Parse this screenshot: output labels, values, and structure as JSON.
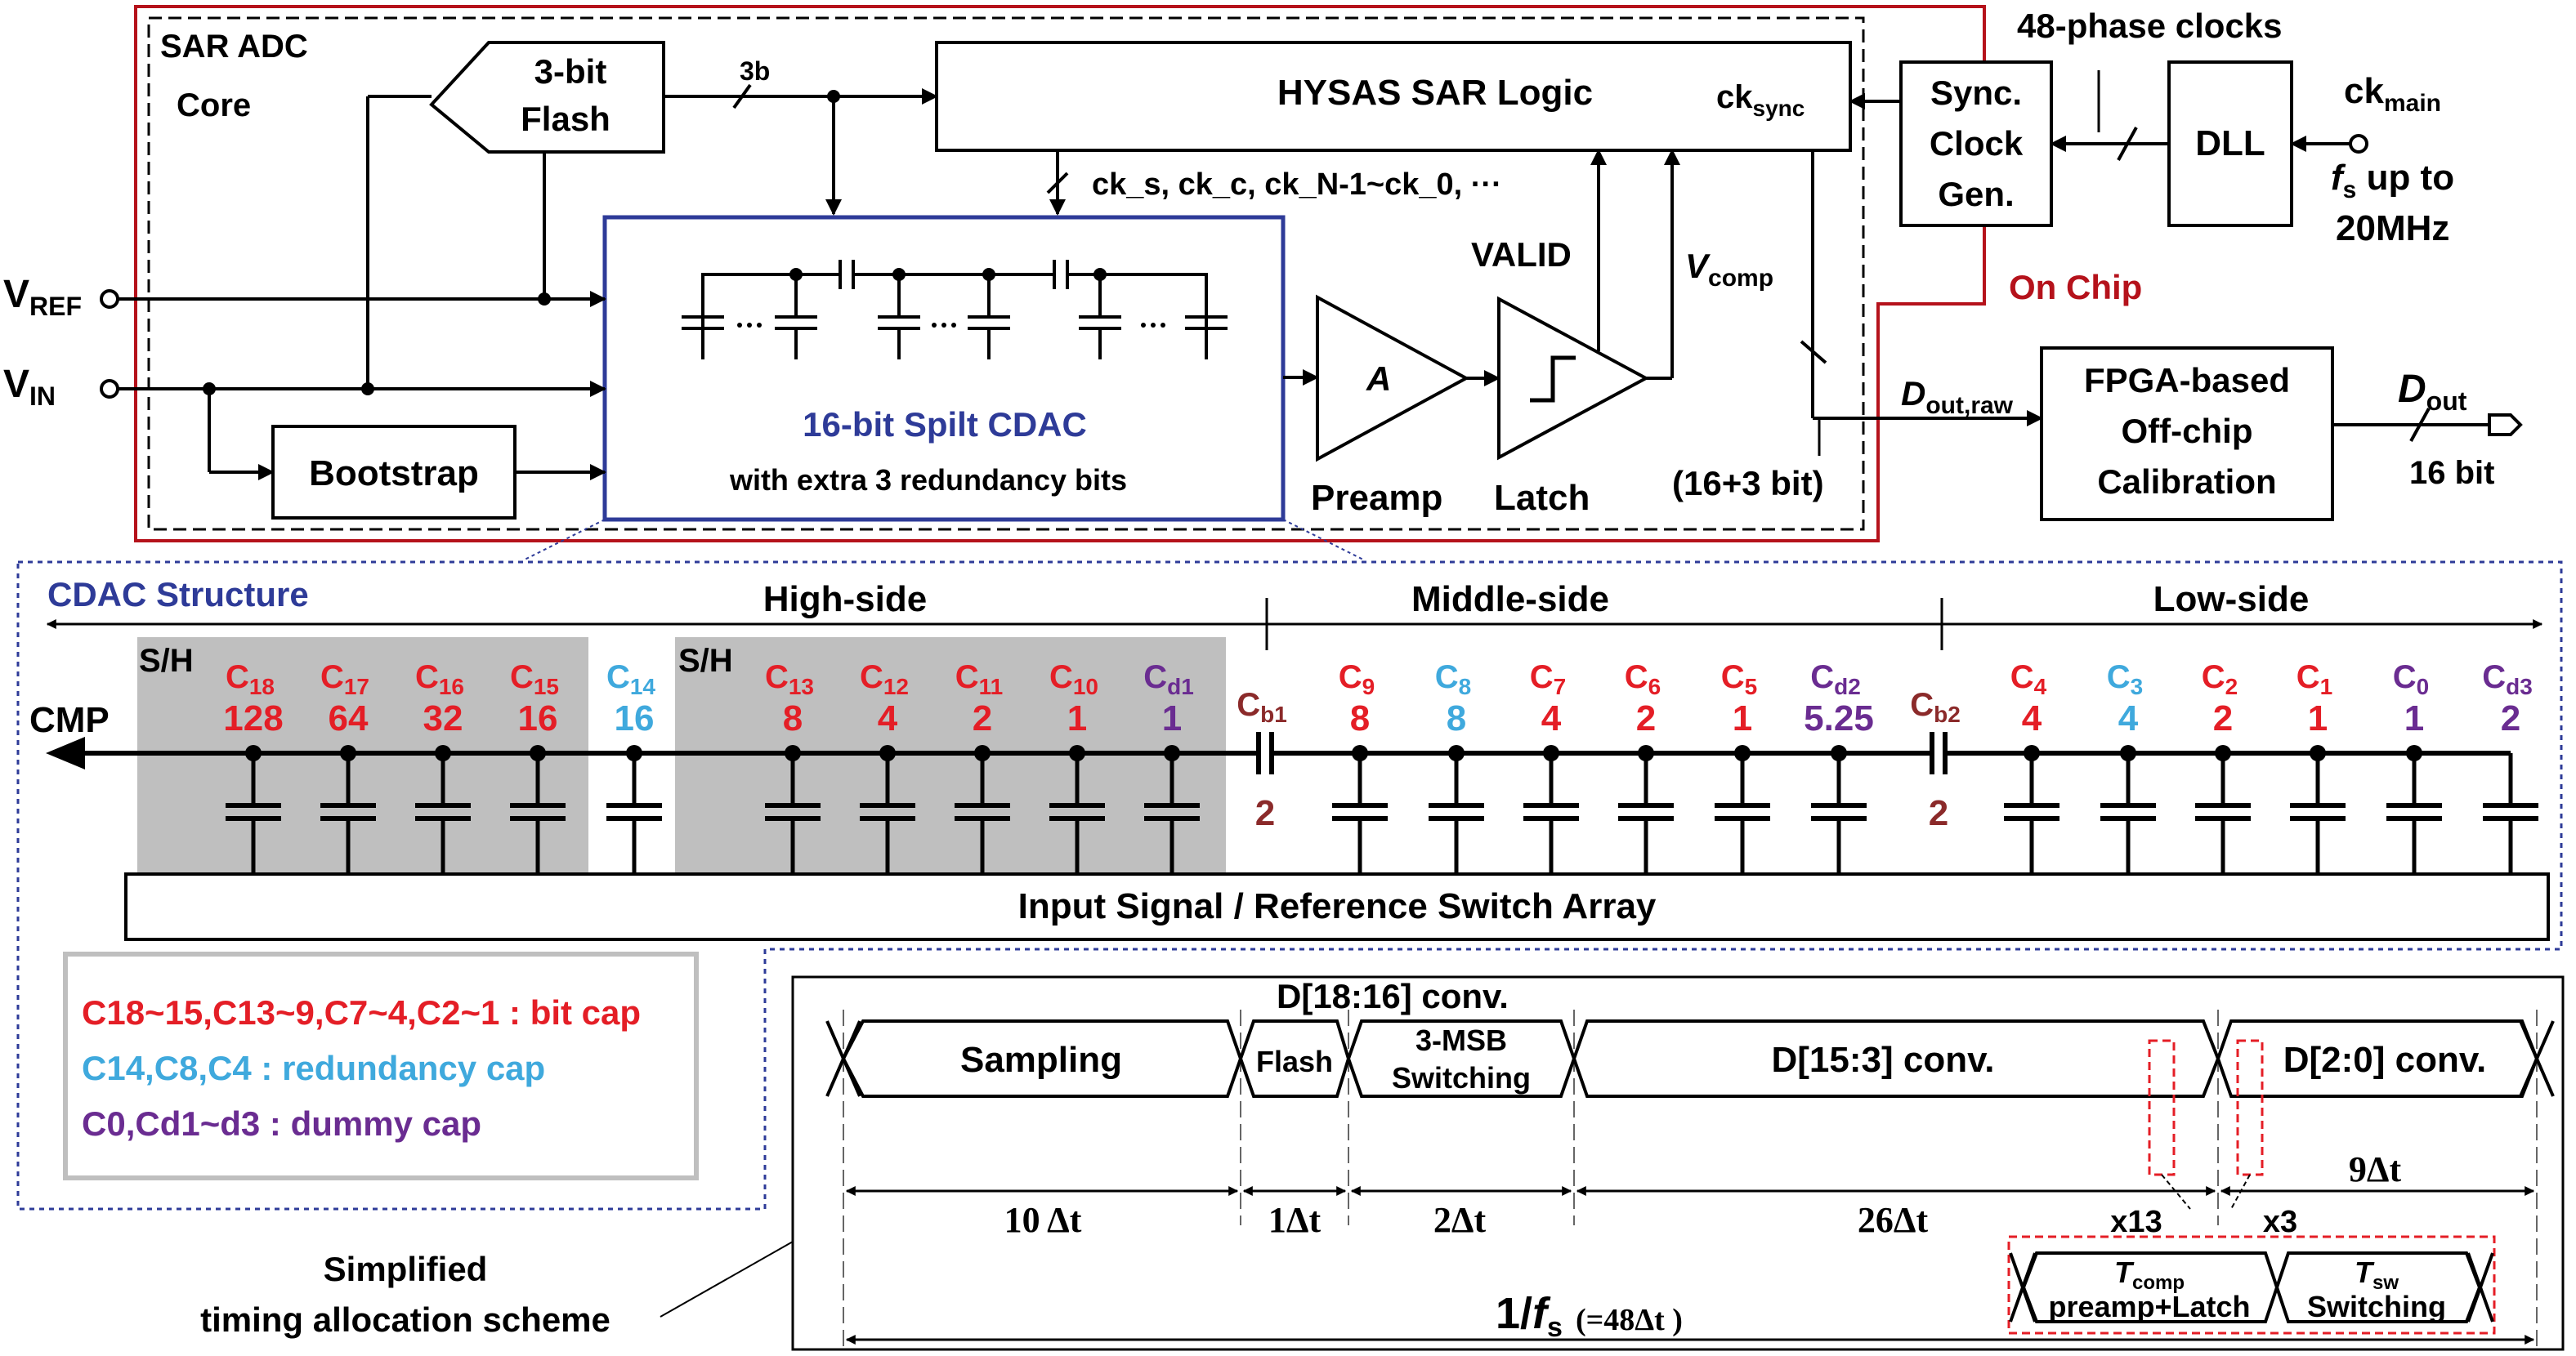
{
  "adc": {
    "core_line1": "SAR ADC",
    "core_line2": "Core",
    "flash_line1": "3-bit",
    "flash_line2": "Flash",
    "bus_3b": "3b",
    "sar_logic": "HYSAS SAR Logic",
    "ck_sync": "ck",
    "ck_sync_sub": "sync",
    "ck_signals": "ck_s, ck_c, ck_N-1~ck_0, ···",
    "cdac_title": "16-bit Spilt CDAC",
    "cdac_subtitle": "with extra 3 redundancy bits",
    "preamp_symbol": "A",
    "preamp_label": "Preamp",
    "latch_label": "Latch",
    "valid_label": "VALID",
    "vcomp_label": "V",
    "vcomp_sub": "comp",
    "bootstrap": "Bootstrap",
    "vref_label": "V",
    "vref_sub": "REF",
    "vin_label": "V",
    "vin_sub": "IN",
    "bits_label": "(16+3 bit)"
  },
  "clock": {
    "phases_label": "48-phase clocks",
    "sync_line1": "Sync.",
    "sync_line2": "Clock",
    "sync_line3": "Gen.",
    "dll": "DLL",
    "ck_main": "ck",
    "ck_main_sub": "main",
    "fs_line1_f": "f",
    "fs_line1_sub": "s",
    "fs_line1_rest": " up to",
    "fs_line2": "20MHz",
    "on_chip": "On Chip"
  },
  "fpga": {
    "dout_raw": "D",
    "dout_raw_sub": "out,raw",
    "line1": "FPGA-based",
    "line2": "Off-chip",
    "line3": "Calibration",
    "dout": "D",
    "dout_sub": "out",
    "bits": "16 bit"
  },
  "cdac_structure": {
    "title": "CDAC Structure",
    "high_side": "High-side",
    "middle_side": "Middle-side",
    "low_side": "Low-side",
    "sh1": "S/H",
    "sh2": "S/H",
    "cmp": "CMP",
    "switch_array": "Input Signal / Reference Switch Array",
    "colors": {
      "bit": "#e41e26",
      "redundancy": "#3fa9dd",
      "dummy": "#6a2c91",
      "bridge": "#8b2a2a"
    },
    "caps": [
      {
        "name": "C",
        "sub": "18",
        "value": "128",
        "kind": "bit"
      },
      {
        "name": "C",
        "sub": "17",
        "value": "64",
        "kind": "bit"
      },
      {
        "name": "C",
        "sub": "16",
        "value": "32",
        "kind": "bit"
      },
      {
        "name": "C",
        "sub": "15",
        "value": "16",
        "kind": "bit"
      },
      {
        "name": "C",
        "sub": "14",
        "value": "16",
        "kind": "redundancy"
      },
      {
        "name": "C",
        "sub": "13",
        "value": "8",
        "kind": "bit"
      },
      {
        "name": "C",
        "sub": "12",
        "value": "4",
        "kind": "bit"
      },
      {
        "name": "C",
        "sub": "11",
        "value": "2",
        "kind": "bit"
      },
      {
        "name": "C",
        "sub": "10",
        "value": "1",
        "kind": "bit"
      },
      {
        "name": "C",
        "sub": "d1",
        "value": "1",
        "kind": "dummy"
      },
      {
        "name": "C",
        "sub": "9",
        "value": "8",
        "kind": "bit"
      },
      {
        "name": "C",
        "sub": "8",
        "value": "8",
        "kind": "redundancy"
      },
      {
        "name": "C",
        "sub": "7",
        "value": "4",
        "kind": "bit"
      },
      {
        "name": "C",
        "sub": "6",
        "value": "2",
        "kind": "bit"
      },
      {
        "name": "C",
        "sub": "5",
        "value": "1",
        "kind": "bit"
      },
      {
        "name": "C",
        "sub": "d2",
        "value": "5.25",
        "kind": "dummy"
      },
      {
        "name": "C",
        "sub": "4",
        "value": "4",
        "kind": "bit"
      },
      {
        "name": "C",
        "sub": "3",
        "value": "4",
        "kind": "redundancy"
      },
      {
        "name": "C",
        "sub": "2",
        "value": "2",
        "kind": "bit"
      },
      {
        "name": "C",
        "sub": "1",
        "value": "1",
        "kind": "bit"
      },
      {
        "name": "C",
        "sub": "0",
        "value": "1",
        "kind": "dummy"
      },
      {
        "name": "C",
        "sub": "d3",
        "value": "2",
        "kind": "dummy"
      }
    ],
    "bridges": [
      {
        "name": "C",
        "sub": "b1",
        "value": "2"
      },
      {
        "name": "C",
        "sub": "b2",
        "value": "2"
      }
    ]
  },
  "legend": {
    "bit_cap": "C18~15,C13~9,C7~4,C2~1 : bit cap",
    "redundancy_cap": "C14,C8,C4 : redundancy cap",
    "dummy_cap": "C0,Cd1~d3 : dummy cap"
  },
  "timing": {
    "scheme_line1": "Simplified",
    "scheme_line2": "timing allocation scheme",
    "sampling": "Sampling",
    "flash": "Flash",
    "msb_line1": "3-MSB",
    "msb_line2": "Switching",
    "d18_16": "D[18:16] conv.",
    "d15_3": "D[15:3] conv.",
    "d2_0": "D[2:0] conv.",
    "dur_sampling": "10 Δt",
    "dur_flash": "1Δt",
    "dur_msb": "2Δt",
    "dur_mid": "26Δt",
    "dur_low": "9Δt",
    "x13": "x13",
    "x3": "x3",
    "tcomp": "T",
    "tcomp_sub": "comp",
    "tcomp_line2": "preamp+Latch",
    "tsw": "T",
    "tsw_sub": "sw",
    "tsw_line2": "Switching",
    "total_pre": "1/",
    "total_f": "f",
    "total_sub": "s",
    "total_post": "(=48Δt )"
  }
}
